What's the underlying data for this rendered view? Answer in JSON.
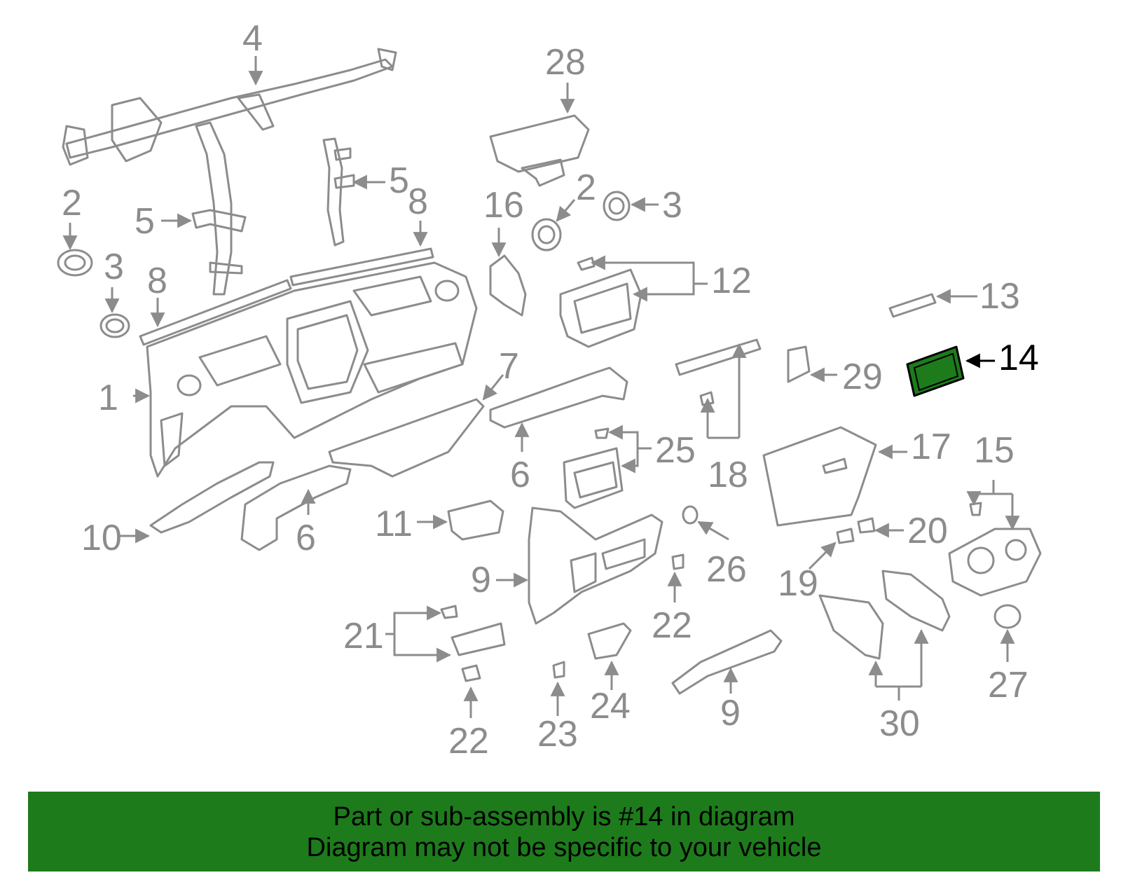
{
  "colors": {
    "parts": "#8c8c8c",
    "highlight": "#1d7b1b",
    "banner": "#1d7b1b",
    "text": "#000000"
  },
  "highlighted_part": "14",
  "callouts": {
    "c1": "1",
    "c2a": "2",
    "c2b": "2",
    "c3a": "3",
    "c3b": "3",
    "c4": "4",
    "c5a": "5",
    "c5b": "5",
    "c6a": "6",
    "c6b": "6",
    "c7": "7",
    "c8a": "8",
    "c8b": "8",
    "c9a": "9",
    "c9b": "9",
    "c10": "10",
    "c11": "11",
    "c12": "12",
    "c13": "13",
    "c14": "14",
    "c15": "15",
    "c16": "16",
    "c17": "17",
    "c18": "18",
    "c19": "19",
    "c20": "20",
    "c21": "21",
    "c22a": "22",
    "c22b": "22",
    "c23": "23",
    "c24": "24",
    "c25": "25",
    "c26": "26",
    "c27": "27",
    "c28": "28",
    "c29": "29",
    "c30": "30"
  },
  "banner": {
    "line1": "Part or sub-assembly is #14 in diagram",
    "line2": "Diagram may not be specific to your vehicle"
  }
}
